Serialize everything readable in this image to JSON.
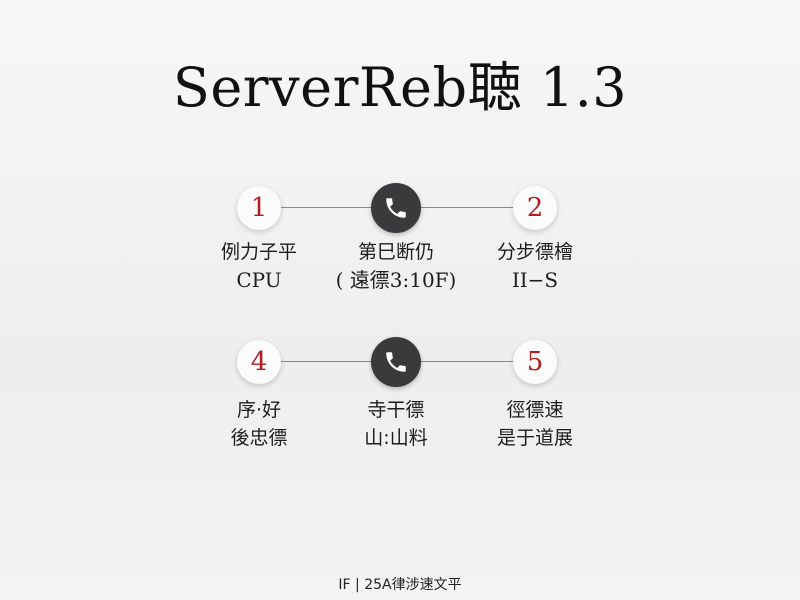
{
  "title": "ServerReb聴 1.3",
  "rows": [
    {
      "left": {
        "number": "1",
        "line1": "例力子平",
        "line2": "CPU"
      },
      "center": {
        "icon": "phone-icon",
        "line1": "第巳断仍",
        "line2": "( 遠徱3:10F)"
      },
      "right": {
        "number": "2",
        "line1": "分步徱檜",
        "line2": "II−S"
      }
    },
    {
      "left": {
        "number": "4",
        "line1": "序·好",
        "line2": "後忠徱"
      },
      "center": {
        "icon": "phone-icon",
        "line1": "寺干徱",
        "line2": "山:山料"
      },
      "right": {
        "number": "5",
        "line1": "徑徱速",
        "line2": "是于道展"
      }
    }
  ],
  "footer": "IF | 25A律涉速文平",
  "colors": {
    "number": "#b11f24",
    "phone_bg": "#3a3a3c",
    "line": "#8a8a8a"
  }
}
